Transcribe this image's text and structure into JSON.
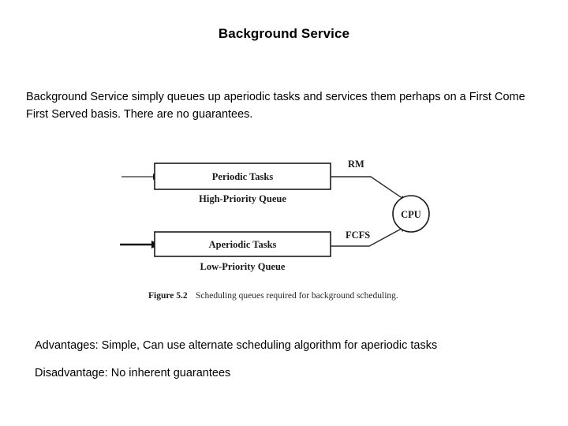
{
  "slide": {
    "title": "Background Service",
    "body": "Background Service simply queues up aperiodic tasks and services them perhaps on a First Come First Served basis.  There are no guarantees.",
    "advantages_line": "Advantages: Simple, Can use alternate scheduling algorithm for aperiodic tasks",
    "disadvantage_line": "Disadvantage:  No inherent guarantees"
  },
  "figure": {
    "caption_number": "Figure 5.2",
    "caption_text": "Scheduling queues required for background scheduling.",
    "boxes": [
      {
        "name": "periodic-tasks",
        "label": "Periodic Tasks",
        "queue_label": "High-Priority Queue",
        "output_algorithm": "RM"
      },
      {
        "name": "aperiodic-tasks",
        "label": "Aperiodic Tasks",
        "queue_label": "Low-Priority Queue",
        "output_algorithm": "FCFS"
      }
    ],
    "processor": {
      "label": "CPU"
    }
  },
  "colors": {
    "background": "#ffffff",
    "text": "#000000",
    "figure_ink": "#1a1a1a",
    "figure_caption": "#2a2a2a"
  }
}
